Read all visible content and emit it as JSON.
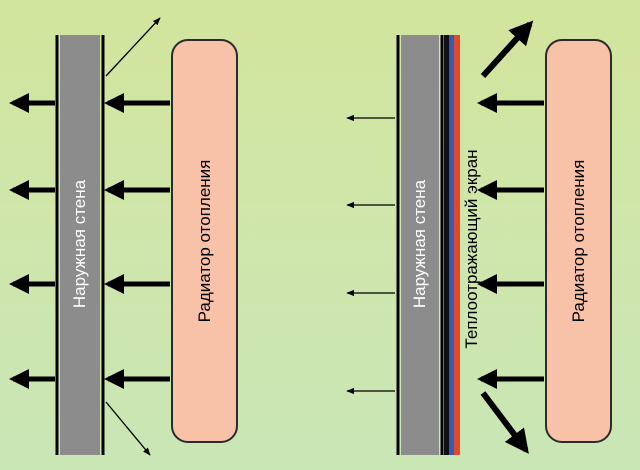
{
  "left_panel": {
    "wall_label": "Наружная стена",
    "radiator_label": "Радиатор отопления"
  },
  "right_panel": {
    "wall_label": "Наружная стена",
    "screen_label": "Теплоотражающий экран",
    "radiator_label": "Радиатор отопления"
  },
  "colors": {
    "wall_fill": "#8c8c8c",
    "wall_edge": "#000000",
    "radiator_fill": "#f7c2a7",
    "radiator_stroke": "#2b2b2b",
    "screen_blue": "#3557b5",
    "screen_red": "#e04a2a",
    "arrow": "#000000",
    "text_on_wall": "#ffffff",
    "text_on_radiator": "#000000"
  }
}
